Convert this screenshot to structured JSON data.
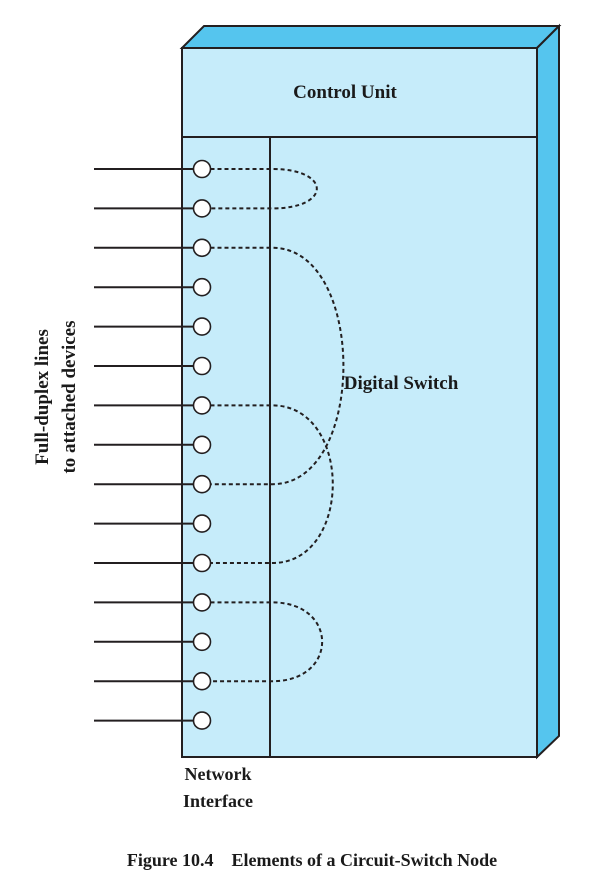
{
  "labels": {
    "control_unit": "Control Unit",
    "digital_switch": "Digital Switch",
    "network_interface_line1": "Network",
    "network_interface_line2": "Interface",
    "side_label_line1": "Full-duplex lines",
    "side_label_line2": "to attached devices",
    "caption": "Figure 10.4    Elements of a Circuit-Switch Node"
  },
  "colors": {
    "box_fill": "#c6ecfa",
    "box_edge": "#55c5ee",
    "stroke": "#231f20"
  },
  "lines": {
    "count": 15
  },
  "connections": [
    {
      "from": 1,
      "to": 2
    },
    {
      "from": 3,
      "to": 9
    },
    {
      "from": 7,
      "to": 11
    },
    {
      "from": 12,
      "to": 14
    }
  ]
}
